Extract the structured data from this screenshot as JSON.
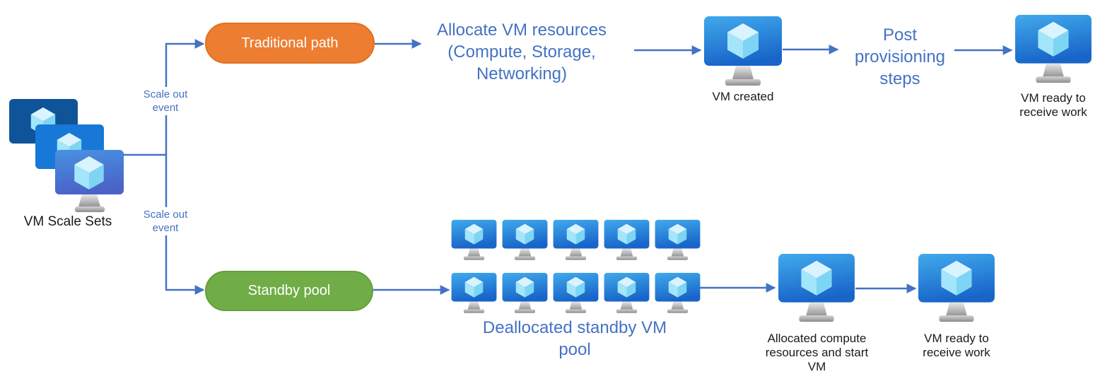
{
  "colors": {
    "flow_blue": "#4472C4",
    "traditional_orange": "#ED7D31",
    "standby_green": "#70AD47",
    "vm_screen_blue": "#1E78D7"
  },
  "source": {
    "label": "VM Scale Sets",
    "icon": "vm-scale-set-stack-icon"
  },
  "events": {
    "top_label": "Scale out event",
    "bottom_label": "Scale out event"
  },
  "traditional_path": {
    "box_label": "Traditional path",
    "allocate_text": "Allocate VM resources\n(Compute, Storage,\nNetworking)",
    "vm_created_label": "VM created",
    "post_text": "Post\nprovisioning\nsteps",
    "vm_ready_label": "VM ready to\nreceive work"
  },
  "standby_path": {
    "box_label": "Standby pool",
    "pool_label": "Deallocated standby VM\npool",
    "pool_vm_count": 10,
    "allocated_label": "Allocated compute\nresources and start\nVM",
    "vm_ready_label": "VM ready to\nreceive work"
  }
}
